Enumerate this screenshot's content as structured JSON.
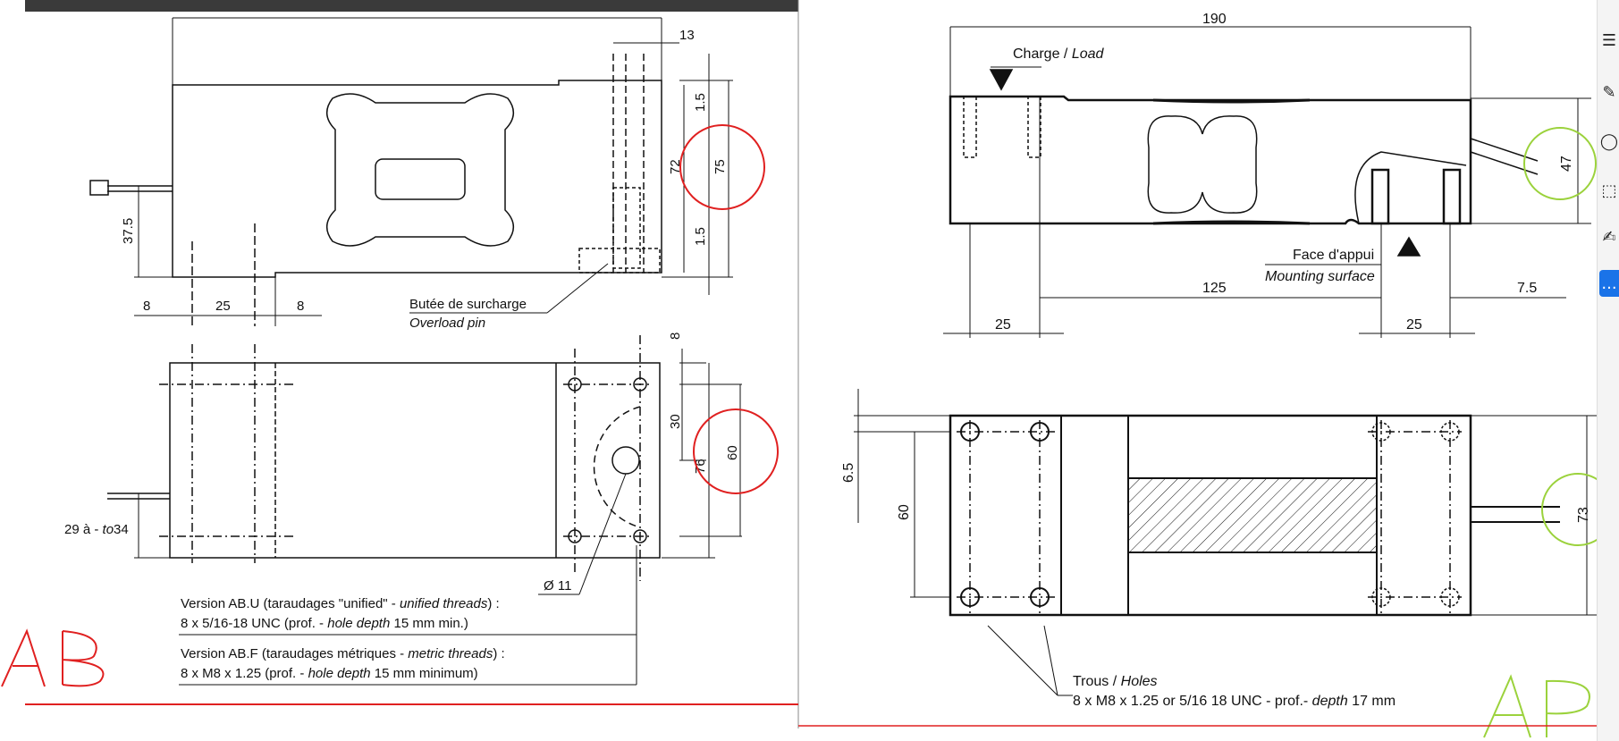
{
  "left": {
    "dims": {
      "d13": "13",
      "d1_5a": "1.5",
      "d72": "72",
      "d75": "75",
      "d1_5b": "1.5",
      "d37_5": "37.5",
      "d8a": "8",
      "d25": "25",
      "d8b": "8",
      "d8c": "8",
      "d30": "30",
      "d76": "76",
      "d60": "60",
      "d11": "Ø 11"
    },
    "overload_fr": "Butée de surcharge",
    "overload_en": "Overload pin",
    "range_fr": "29 à - ",
    "range_en": "to",
    "range_val": "34",
    "note1_a": "Version AB.U (taraudages \"unified\" - ",
    "note1_b": "unified threads",
    "note1_c": ") :",
    "note1_line2a": "8 x 5/16-18 UNC (prof. - ",
    "note1_line2b": "hole depth",
    "note1_line2c": " 15 mm min.)",
    "note2_a": "Version AB.F (taraudages métriques - ",
    "note2_b": "metric threads",
    "note2_c": ") :",
    "note2_line2a": "8 x M8 x 1.25 (prof. - ",
    "note2_line2b": "hole depth",
    "note2_line2c": " 15 mm minimum)",
    "handwritten": "AB"
  },
  "right": {
    "dims": {
      "d190": "190",
      "d47": "47",
      "d125": "125",
      "d7_5": "7.5",
      "d25a": "25",
      "d25b": "25",
      "d6_5": "6.5",
      "d60": "60",
      "d73": "73"
    },
    "load_fr": "Charge / ",
    "load_en": "Load",
    "mount_fr": "Face d'appui",
    "mount_en": "Mounting surface",
    "holes_fr": "Trous / ",
    "holes_en": "Holes",
    "holes_spec_a": "8 x M8 x 1.25 or  5/16  18 UNC - prof.- ",
    "holes_spec_b": "depth",
    "holes_spec_c": " 17 mm",
    "handwritten": "AP"
  },
  "colors": {
    "red": "#e02020",
    "green": "#9bd23c",
    "line": "#111111",
    "topbar": "#3a3a3a"
  },
  "toolbar": {
    "icons": [
      "list-icon",
      "pen-icon",
      "lasso-icon",
      "select-icon",
      "sign-icon",
      "more-icon"
    ],
    "more_label": "..."
  }
}
